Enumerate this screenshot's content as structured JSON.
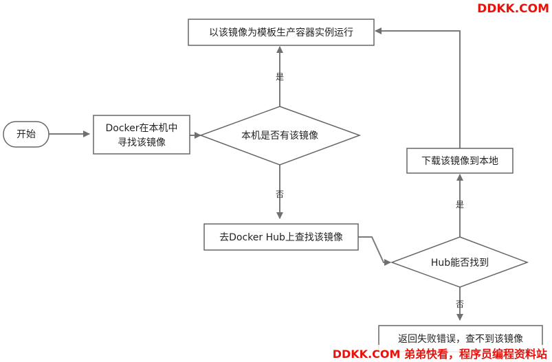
{
  "watermark_top": "DDKK.COM",
  "watermark_bottom": "DDKK.COM 弟弟快看，程序员编程资料站",
  "nodes": {
    "start": "开始",
    "search_local_line1": "Docker在本机中",
    "search_local_line2": "寻找该镜像",
    "has_image": "本机是否有该镜像",
    "run_container": "以该镜像为模板生产容器实例运行",
    "search_hub": "去Docker Hub上查找该镜像",
    "hub_found": "Hub能否找到",
    "download": "下载该镜像到本地",
    "return_error": "返回失败错误，查不到该镜像"
  },
  "edges": {
    "yes_local": "是",
    "no_local": "否",
    "yes_hub": "是",
    "no_hub": "否"
  },
  "colors": {
    "node_border": "#666666",
    "node_fill": "#ffffff",
    "arrow": "#7a7a7a",
    "watermark": "#e8120c"
  }
}
